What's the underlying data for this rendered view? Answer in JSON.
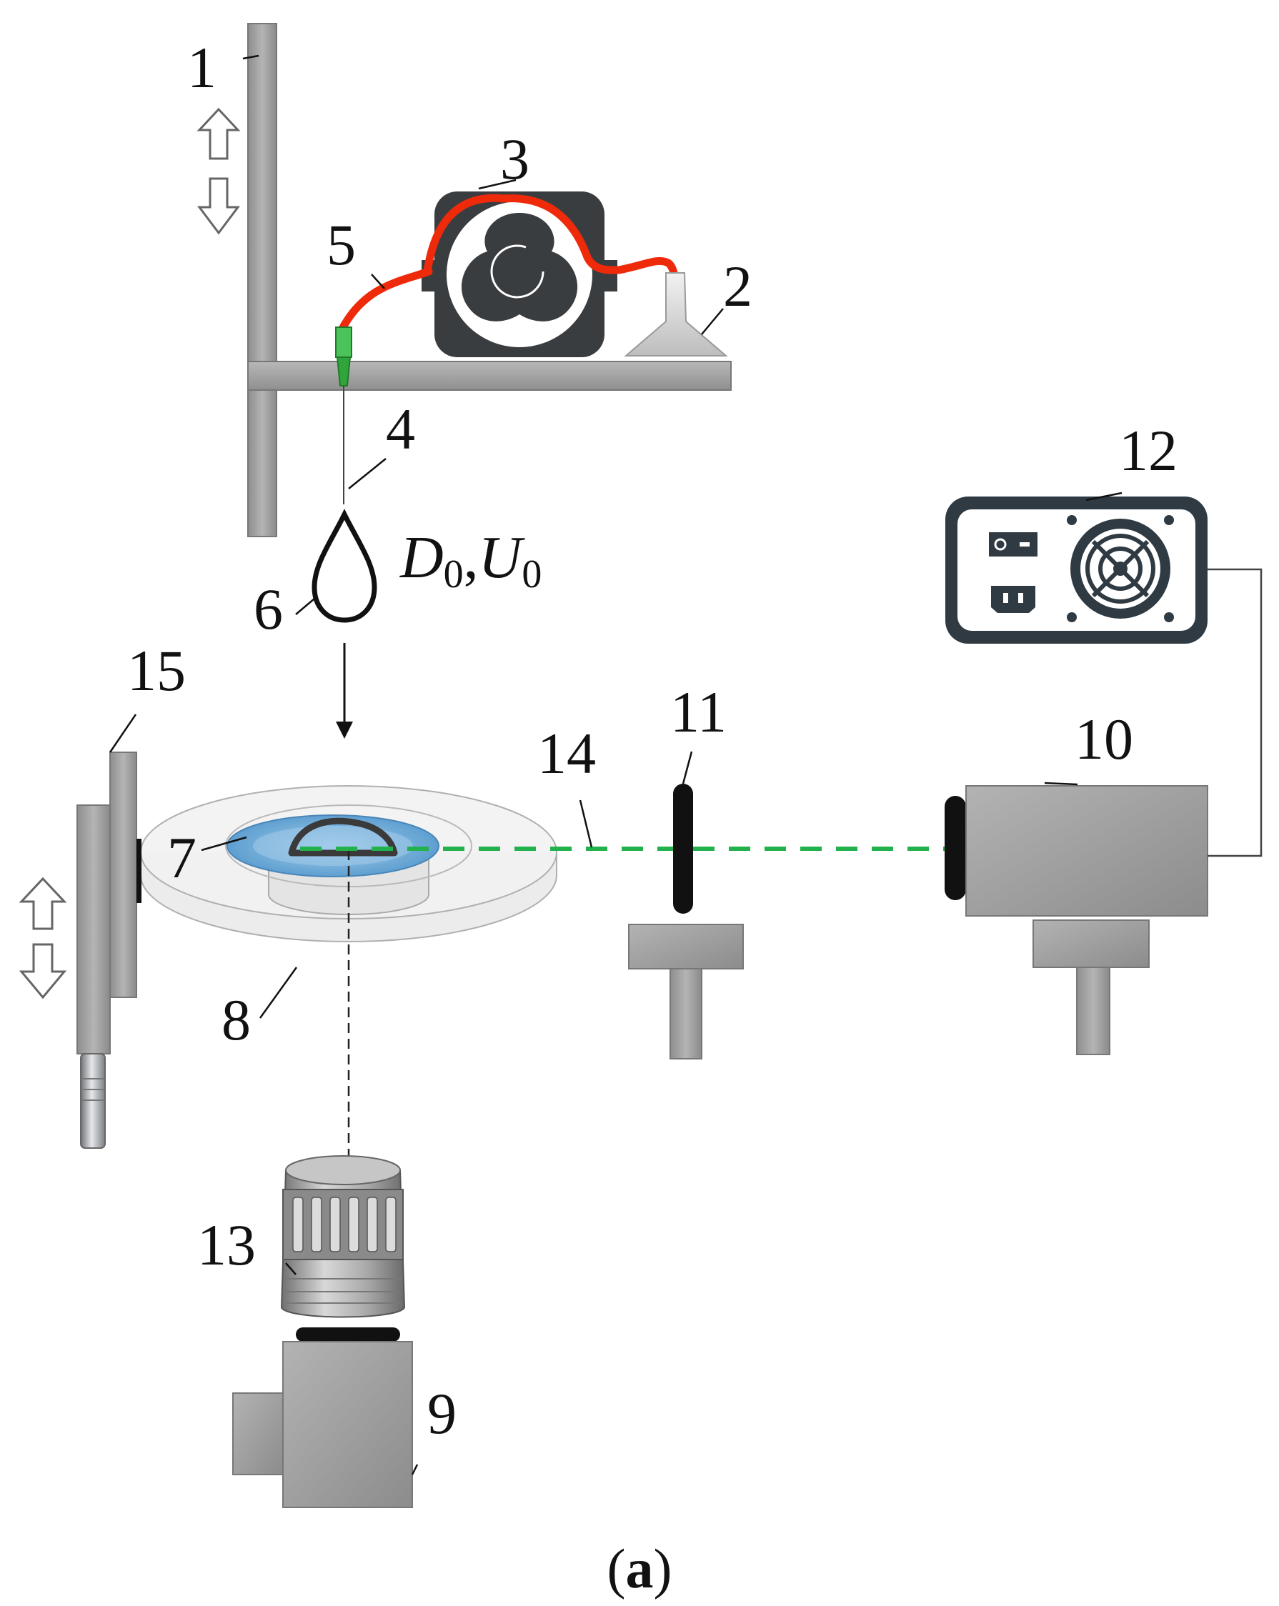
{
  "labels": {
    "n1": "1",
    "n2": "2",
    "n3": "3",
    "n4": "4",
    "n5": "5",
    "n6": "6",
    "n7": "7",
    "n8": "8",
    "n9": "9",
    "n10": "10",
    "n11": "11",
    "n12": "12",
    "n13": "13",
    "n14": "14",
    "n15": "15"
  },
  "droplet": {
    "d_symbol": "D",
    "d_sub": "0",
    "separator": ",",
    "u_symbol": "U",
    "u_sub": "0"
  },
  "caption": {
    "open": "(",
    "letter": "a",
    "close": ")"
  },
  "colors": {
    "laser": "#22b14c",
    "tube": "#ee2a0a",
    "needle": "#2fa53a",
    "device_dark": "#2f3a42",
    "metal_gray": "#a2a2a2",
    "water_blue": "#7fb6de"
  }
}
